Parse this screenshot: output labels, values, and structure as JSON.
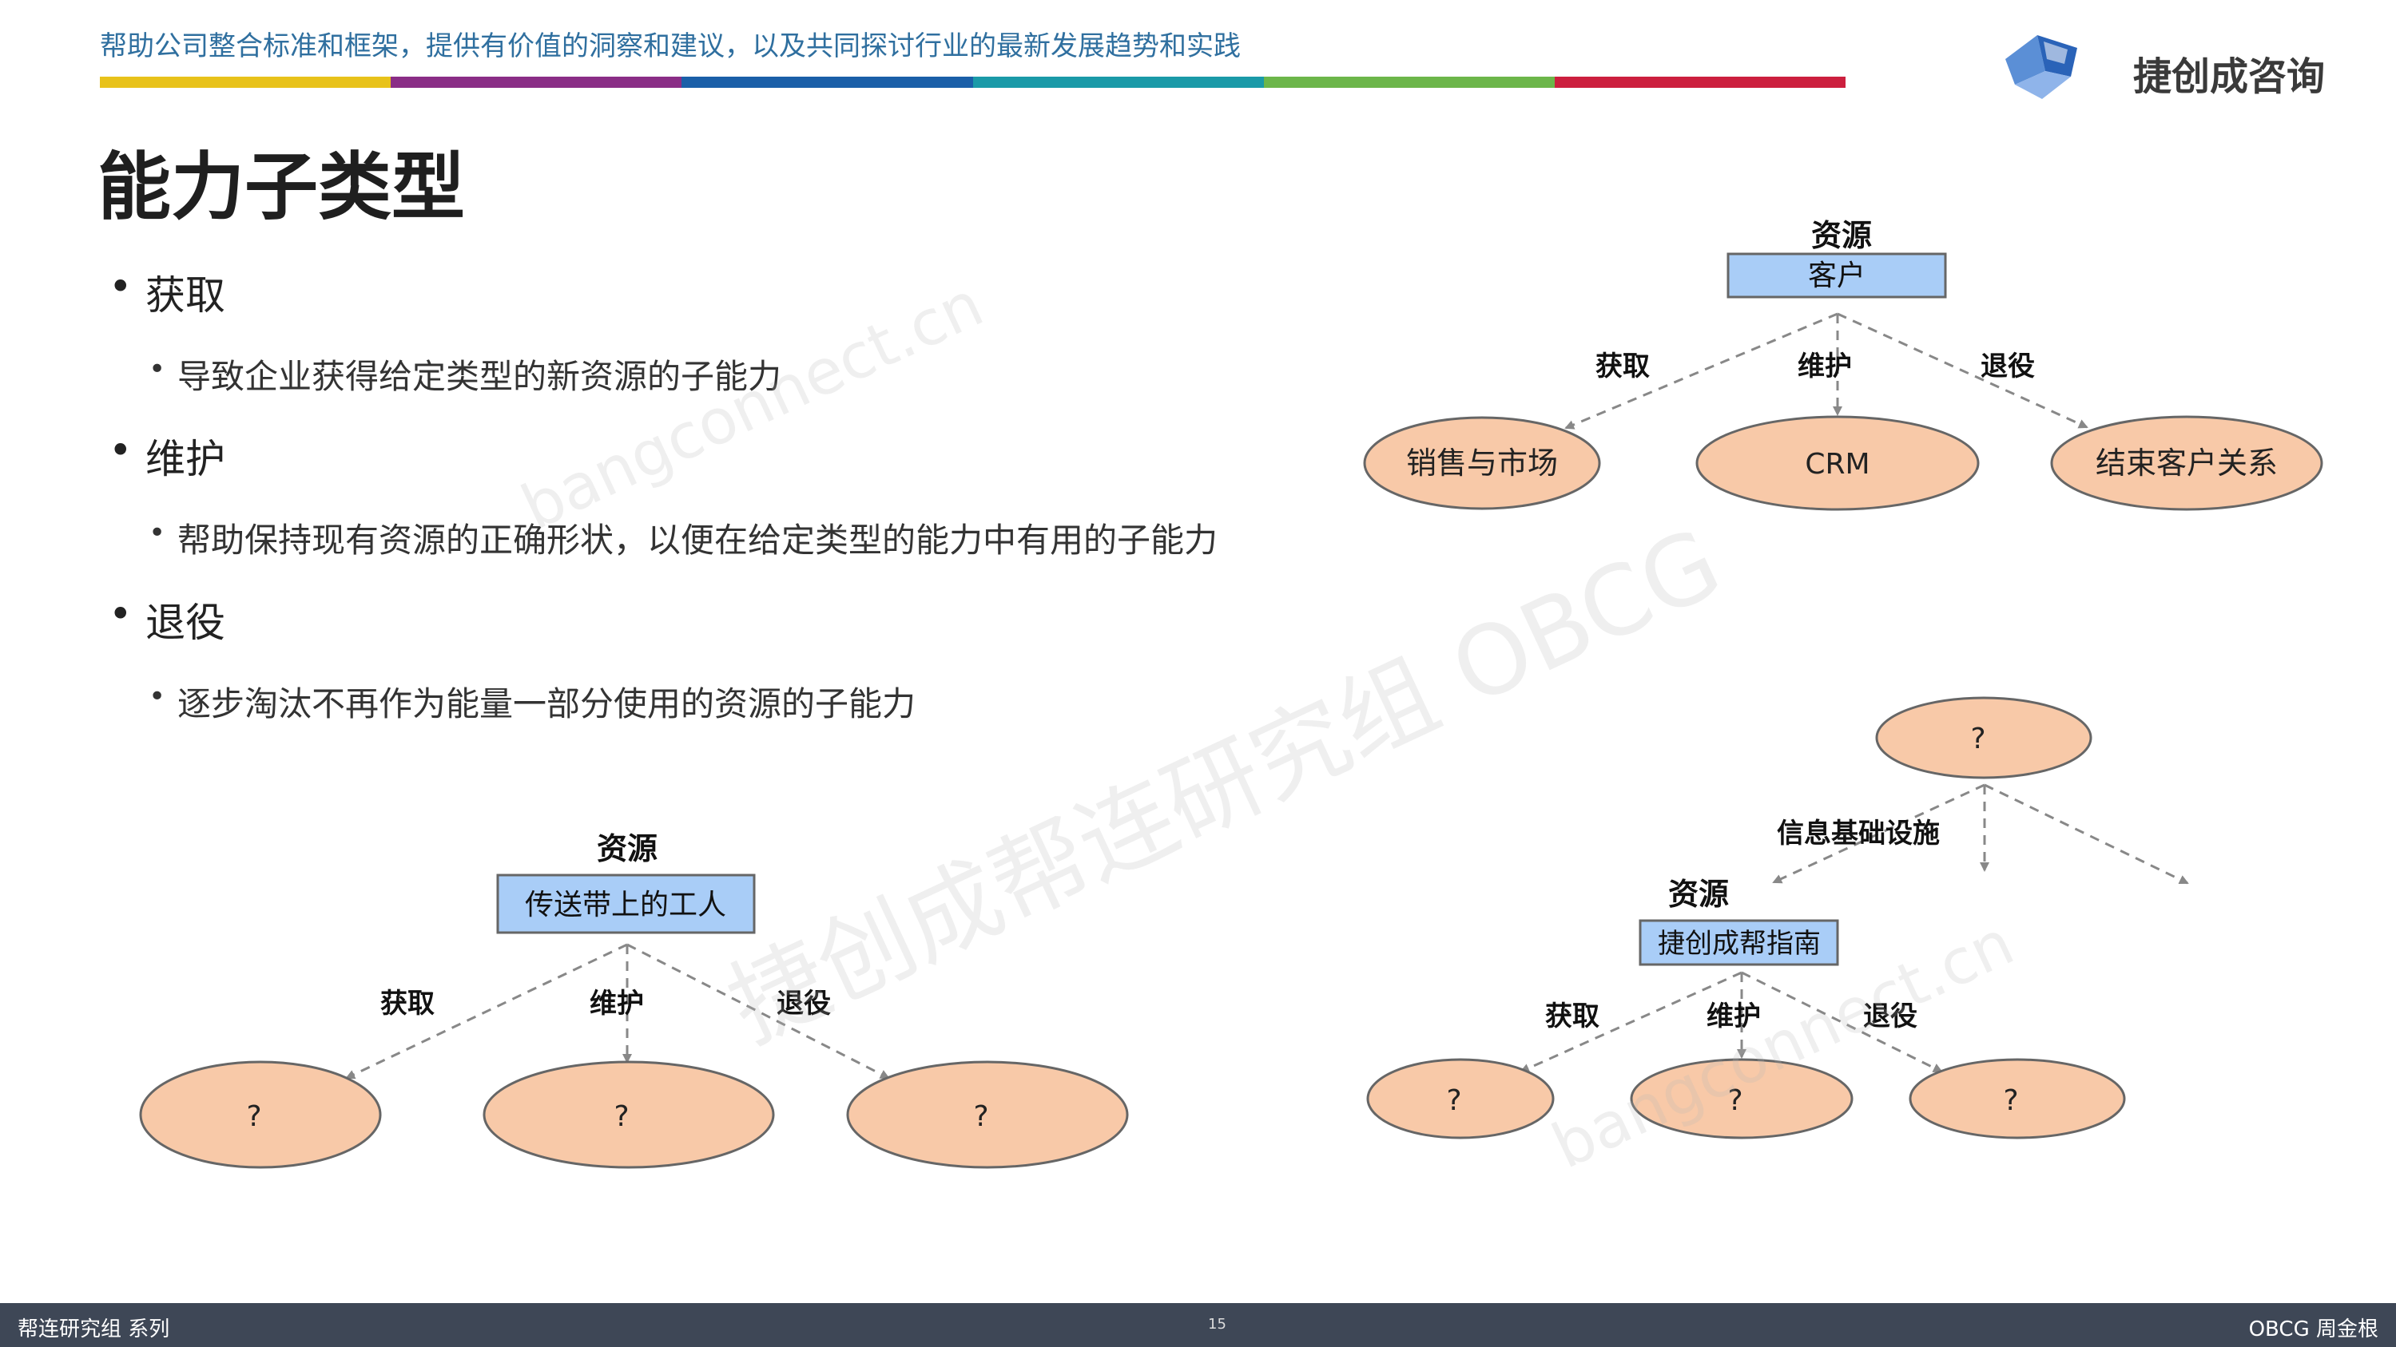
{
  "header": {
    "tagline": "帮助公司整合标准和框架，提供有价值的洞察和建议，以及共同探讨行业的最新发展趋势和实践",
    "brand": "捷创成咨询",
    "bar_colors": [
      "#e8c21a",
      "#8a2d86",
      "#1a5fa8",
      "#1a9aa8",
      "#6cb64a",
      "#cc1f3e"
    ]
  },
  "title": "能力子类型",
  "bullets": [
    {
      "label": "获取",
      "detail": "导致企业获得给定类型的新资源的子能力"
    },
    {
      "label": "维护",
      "detail": "帮助保持现有资源的正确形状，以便在给定类型的能力中有用的子能力"
    },
    {
      "label": "退役",
      "detail": "逐步淘汰不再作为能量一部分使用的资源的子能力"
    }
  ],
  "colors": {
    "box_fill": "#a9cdf7",
    "ellipse_fill": "#f8c9a8",
    "stroke": "#666666",
    "arrow": "#888888"
  },
  "diagrams": {
    "top_right": {
      "caption": "资源",
      "box": "客户",
      "edges": [
        "获取",
        "维护",
        "退役"
      ],
      "nodes": [
        "销售与市场",
        "CRM",
        "结束客户关系"
      ]
    },
    "bottom_left": {
      "caption": "资源",
      "box": "传送带上的工人",
      "edges": [
        "获取",
        "维护",
        "退役"
      ],
      "nodes": [
        "?",
        "?",
        "?"
      ]
    },
    "bottom_right": {
      "top_node": "?",
      "top_edge": "信息基础设施",
      "caption": "资源",
      "box": "捷创成帮指南",
      "edges": [
        "获取",
        "维护",
        "退役"
      ],
      "nodes": [
        "?",
        "?",
        "?"
      ]
    }
  },
  "watermarks": [
    "捷创成帮连研究组 OBCG",
    "bangconnect.cn",
    "bangconnect.cn"
  ],
  "footer": {
    "left": "帮连研究组 系列",
    "page": "15",
    "right": "OBCG 周金根"
  }
}
